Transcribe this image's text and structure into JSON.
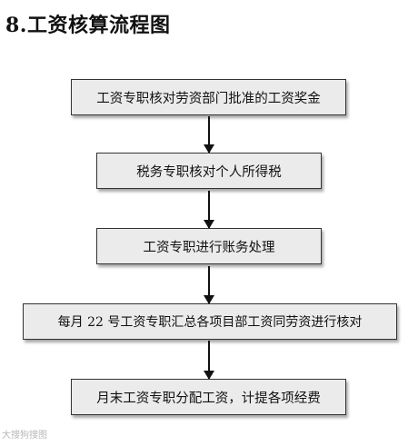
{
  "title": "8.工资核算流程图",
  "steps": [
    "工资专职核对劳资部门批准的工资奖金",
    "税务专职核对个人所得税",
    "工资专职进行账务处理",
    "每月 22 号工资专职汇总各项目部工资同劳资进行核对",
    "月末工资专职分配工资，计提各项经费"
  ],
  "watermark": "大搜狗搜图"
}
